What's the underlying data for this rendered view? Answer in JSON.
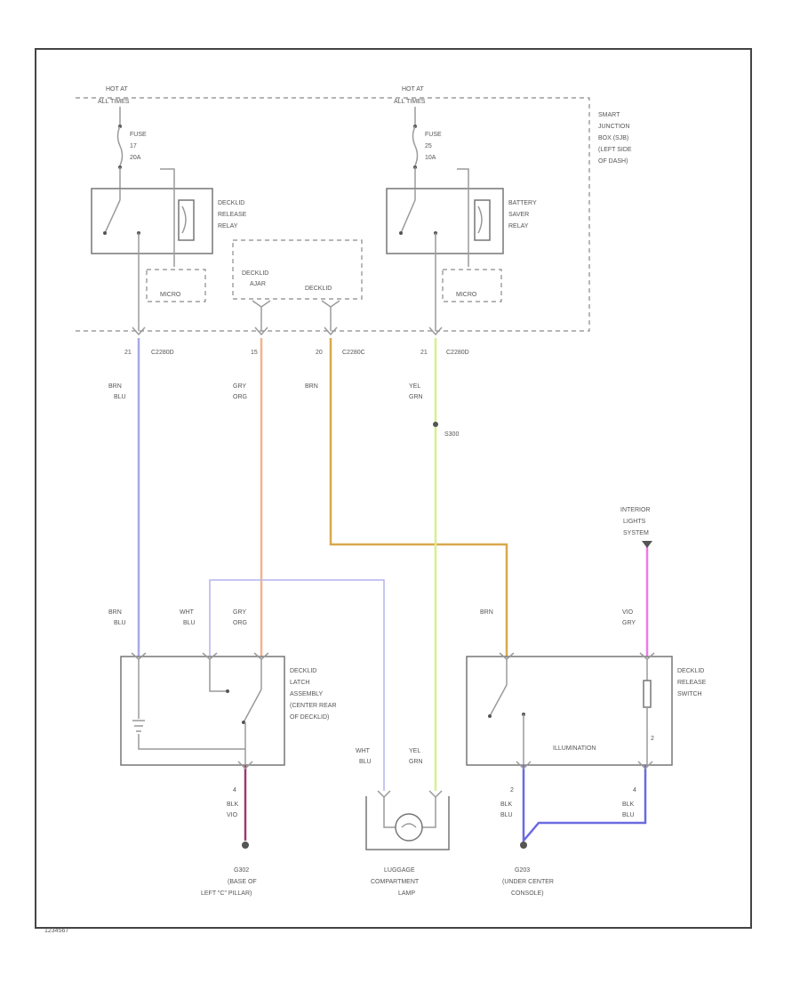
{
  "colors": {
    "brn_blu": "#a8a8e8",
    "gry_org": "#f0b48c",
    "brn": "#d9a84c",
    "yel_grn": "#d7f08a",
    "vio_gry": "#ee7ae6",
    "blk_vio": "#a03a6a",
    "blk_blu": "#6a6ae0",
    "wht_blu": "#b4b4ee"
  },
  "power": {
    "left": [
      "HOT AT",
      "ALL TIMES"
    ],
    "right": [
      "HOT AT",
      "ALL TIMES"
    ]
  },
  "fuse_left": [
    "FUSE",
    "17",
    "20A"
  ],
  "fuse_right": [
    "FUSE",
    "25",
    "10A"
  ],
  "sjb_label": [
    "SMART",
    "JUNCTION",
    "BOX (SJB)",
    "(LEFT SIDE",
    "OF DASH)"
  ],
  "relay_left": [
    "DECKLID",
    "RELEASE",
    "RELAY"
  ],
  "relay_right": [
    "BATTERY",
    "SAVER",
    "RELAY"
  ],
  "micro_left": "MICRO",
  "micro_right": "MICRO",
  "decklid_ajar": [
    "DECKLID",
    "AJAR"
  ],
  "decklid_label": "DECKLID",
  "pins": {
    "p1": "21",
    "c1": "C2280D",
    "p2": "15",
    "p3": "20",
    "c3": "C2280C",
    "p4": "21",
    "c4": "C2280D"
  },
  "wire_labels": {
    "w1": [
      "BRN",
      "BLU"
    ],
    "w2": [
      "GRY",
      "ORG"
    ],
    "w3": "BRN",
    "w4": [
      "YEL",
      "GRN"
    ],
    "splice": "S300",
    "w5": [
      "BRN",
      "BLU"
    ],
    "w6": [
      "WHT",
      "BLU"
    ],
    "w7": [
      "GRY",
      "ORG"
    ],
    "w8": "BRN",
    "w9": [
      "VIO",
      "GRY"
    ],
    "w10": [
      "WHT",
      "BLU"
    ],
    "w11": [
      "YEL",
      "GRN"
    ],
    "w12": [
      "BLK",
      "VIO"
    ],
    "w13": [
      "BLK",
      "BLU"
    ],
    "w14": [
      "BLK",
      "BLU"
    ]
  },
  "bottom_pins": {
    "b1": "4",
    "b2": "2",
    "b3": "4",
    "num2": "2"
  },
  "interior": [
    "INTERIOR",
    "LIGHTS",
    "SYSTEM"
  ],
  "latch": [
    "DECKLID",
    "LATCH",
    "ASSEMBLY",
    "(CENTER REAR",
    "OF DECKLID)"
  ],
  "release_switch": [
    "DECKLID",
    "RELEASE",
    "SWITCH"
  ],
  "illumination": "ILLUMINATION",
  "ground_left": [
    "G302",
    "(BASE OF",
    "LEFT \"C\" PILLAR)"
  ],
  "lamp": [
    "LUGGAGE",
    "COMPARTMENT",
    "LAMP"
  ],
  "ground_right": [
    "G203",
    "(UNDER CENTER",
    "CONSOLE)"
  ],
  "figure_id": "1234567"
}
